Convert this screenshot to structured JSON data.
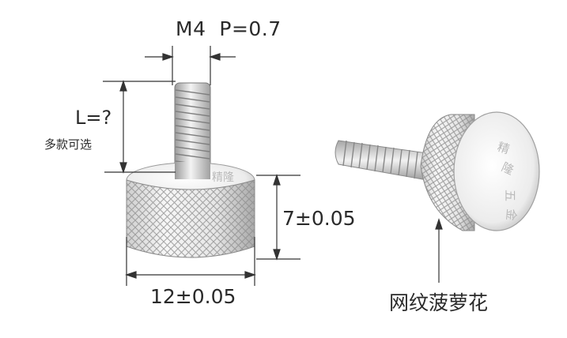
{
  "dimensions": {
    "thread_spec": "M4  P=0.7",
    "length_label": "L=?",
    "length_note": "多款可选",
    "height": "7±0.05",
    "diameter": "12±0.05"
  },
  "callouts": {
    "knurl_pattern": "网纹菠萝花"
  },
  "engraving": {
    "front_text": "精隆",
    "end_face_text": [
      "精",
      "隆",
      "五",
      "金"
    ]
  },
  "colors": {
    "line": "#333333",
    "metal_light": "#f2f2f2",
    "metal_mid": "#cfcfcf",
    "metal_dark": "#8f8f8f"
  }
}
